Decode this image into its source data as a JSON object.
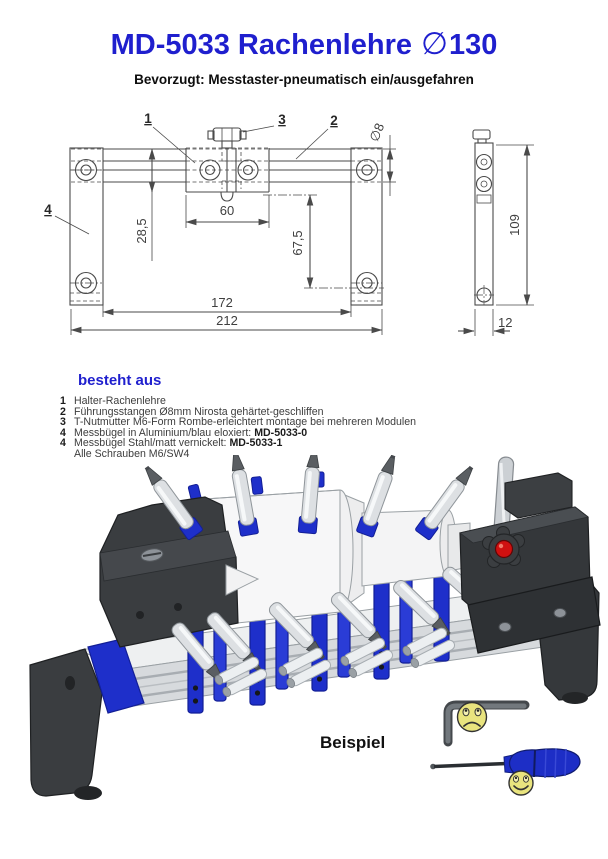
{
  "header": {
    "title": "MD-5033 Rachenlehre",
    "title_diameter_symbol": "∅",
    "title_size": "130",
    "subtitle": "Bevorzugt: Messtaster-pneumatisch ein/ausgefahren"
  },
  "drawing": {
    "callouts": {
      "c1": "1",
      "c2": "2",
      "c3": "3",
      "c4": "4"
    },
    "dimensions": {
      "block_width": "60",
      "rail_offset": "28,5",
      "probe_offset": "67,5",
      "hole_spacing": "172",
      "total_width": "212",
      "rod_diameter": "∅8",
      "side_height": "109",
      "side_depth": "12"
    }
  },
  "parts": {
    "heading": "besteht aus",
    "items": [
      {
        "num": "1",
        "text": "Halter-Rachenlehre",
        "bold": ""
      },
      {
        "num": "2",
        "text": "Führungsstangen Ø8mm Nirosta gehärtet-geschliffen",
        "bold": ""
      },
      {
        "num": "3",
        "text": "T-Nutmutter M6-Form Rombe-erleichtert montage bei mehreren Modulen",
        "bold": ""
      },
      {
        "num": "4",
        "text": "Messbügel in Aluminium/blau eloxiert: ",
        "bold": "MD-5033-0"
      },
      {
        "num": "4",
        "text": "Messbügel Stahl/matt vernickelt: ",
        "bold": "MD-5033-1"
      },
      {
        "num": "",
        "text": "Alle Schrauben M6/SW4",
        "bold": ""
      }
    ]
  },
  "figure": {
    "caption": "Beispiel"
  },
  "icons": {
    "tools": [
      "allen-key",
      "screwdriver"
    ],
    "smileys": [
      "sad",
      "happy"
    ]
  },
  "colors": {
    "title_blue": "#1f1fce",
    "anodized_blue": "#1e2fca",
    "drawing_line_gray": "#4a4a4a",
    "smiley_yellow": "#e9e47e",
    "knob_red": "#d01010",
    "aluminium": "#d7dadd",
    "black_parts": "#35383b"
  }
}
